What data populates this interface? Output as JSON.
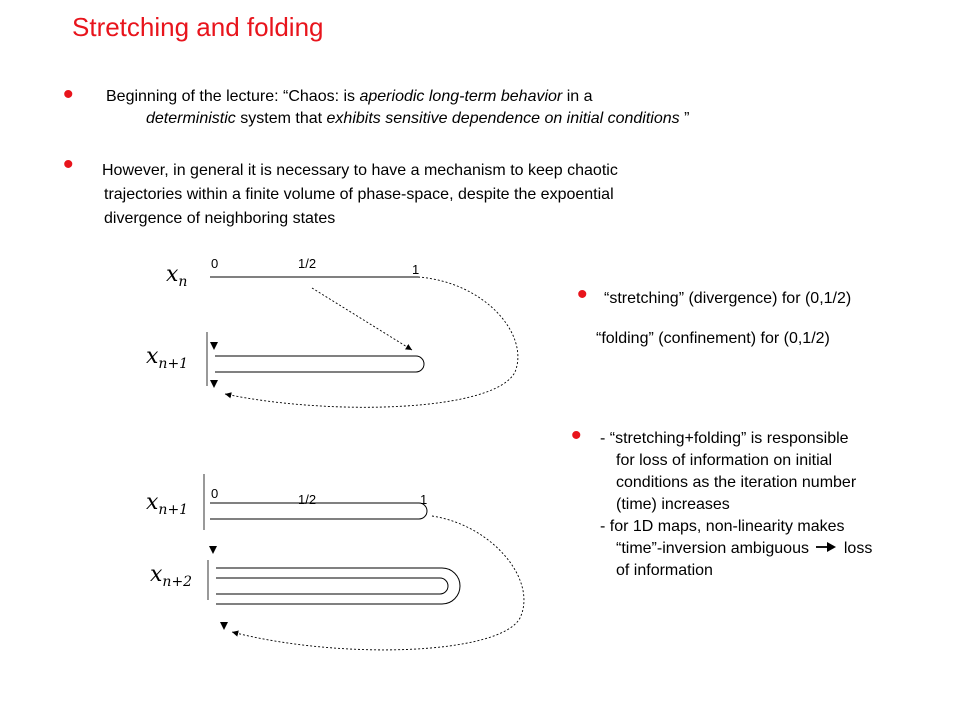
{
  "page": {
    "title": "Stretching and folding",
    "accent_color": "#e8141c",
    "bullet_glyph": "•"
  },
  "bullets": {
    "b1": {
      "lead": "Beginning of the lecture: “Chaos: is ",
      "em1": "aperiodic long-term behavior",
      "mid1": " in a",
      "em2": "deterministic",
      "mid2": " system that ",
      "em3": "exhibits sensitive dependence on initial conditions",
      "end": " ”"
    },
    "b2": {
      "line1": "However, in general it is necessary to have a mechanism to keep chaotic",
      "line2": "trajectories within a finite volume of phase-space, despite the expoential",
      "line3": "divergence of neighboring states"
    },
    "b3": {
      "stretching": "“stretching” (divergence) for (0,1/2)",
      "folding": "“folding” (confinement) for (0,1/2)"
    },
    "b4": {
      "lines": [
        "- “stretching+folding” is responsible",
        "for loss of information on initial",
        "conditions as the iteration number",
        "(time) increases",
        "- for 1D maps, non-linearity makes",
        "“time”-inversion ambiguous",
        "loss",
        "of information"
      ],
      "arrow_icon": "right-arrow-icon"
    }
  },
  "diagram1": {
    "top_var": "x",
    "top_sub": "n",
    "bottom_var": "x",
    "bottom_sub": "n+1",
    "tick_0": "0",
    "tick_half": "1/2",
    "tick_1": "1"
  },
  "diagram2": {
    "top_var": "x",
    "top_sub": "n+1",
    "bottom_var": "x",
    "bottom_sub": "n+2",
    "tick_0": "0",
    "tick_half": "1/2",
    "tick_1": "1"
  }
}
